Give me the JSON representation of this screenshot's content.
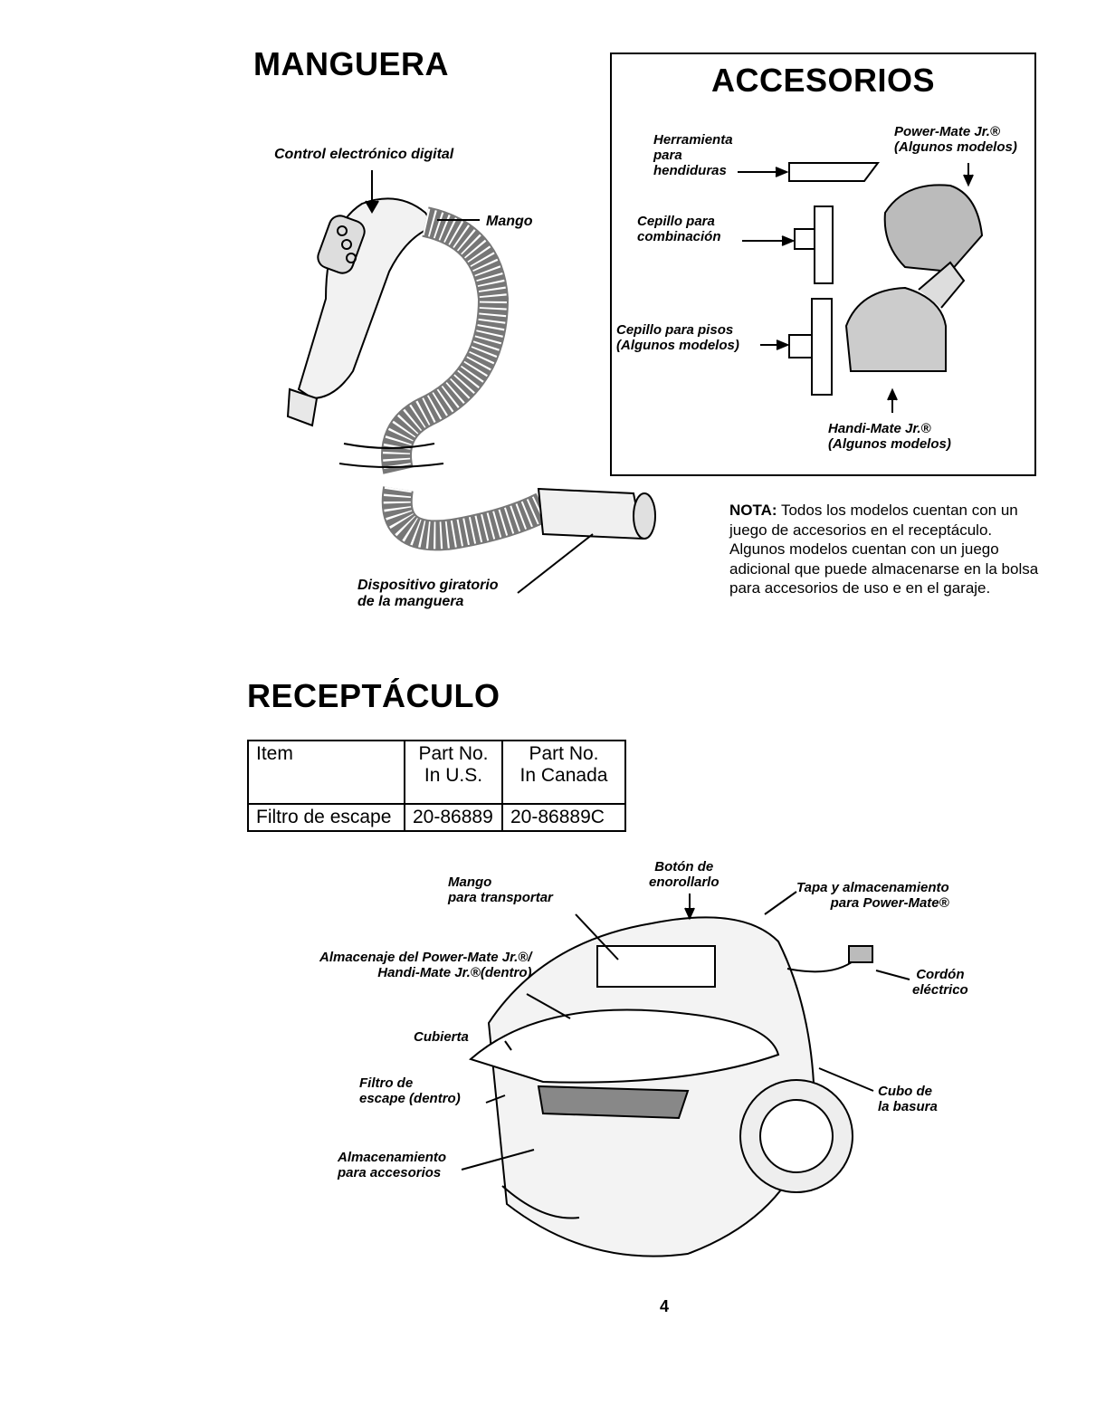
{
  "manguera": {
    "heading": "MANGUERA",
    "label_control": "Control electrónico digital",
    "label_mango": "Mango",
    "label_swivel": "Dispositivo giratorio\nde la manguera"
  },
  "accesorios": {
    "heading": "ACCESORIOS",
    "label_crevice": "Herramienta\npara\nhendiduras",
    "label_combination": "Cepillo para\ncombinación",
    "label_floor": "Cepillo para pisos\n(Algunos modelos)",
    "label_powermate": "Power-Mate Jr.®\n(Algunos modelos)",
    "label_handimate": "Handi-Mate Jr.®\n(Algunos modelos)"
  },
  "nota": {
    "prefix": "NOTA:",
    "text": " Todos los modelos cuentan con un juego de accesorios en el receptáculo. Algunos modelos cuentan con un juego adicional que puede almacenarse en la bolsa para accesorios de uso e en el garaje."
  },
  "receptaculo": {
    "heading": "RECEPTÁCULO",
    "table": {
      "headers": [
        "Item",
        "Part No.\nIn U.S.",
        "Part No.\nIn Canada"
      ],
      "rows": [
        [
          "Filtro de escape",
          "20-86889",
          "20-86889C"
        ]
      ]
    },
    "labels": {
      "carry_handle": "Mango\npara transportar",
      "cord_button": "Botón de\nenorollarlo",
      "powermate_lid": "Tapa y almacenamiento\npara Power-Mate®",
      "tool_storage": "Almacenaje del Power-Mate Jr.®/\nHandi-Mate Jr.®(dentro)",
      "cover": "Cubierta",
      "power_cord": "Cordón\neléctrico",
      "exhaust_filter": "Filtro de\nescape (dentro)",
      "dirt_cup": "Cubo de\nla basura",
      "accessory_storage": "Almacenamiento\npara accesorios"
    }
  },
  "page_number": "4"
}
